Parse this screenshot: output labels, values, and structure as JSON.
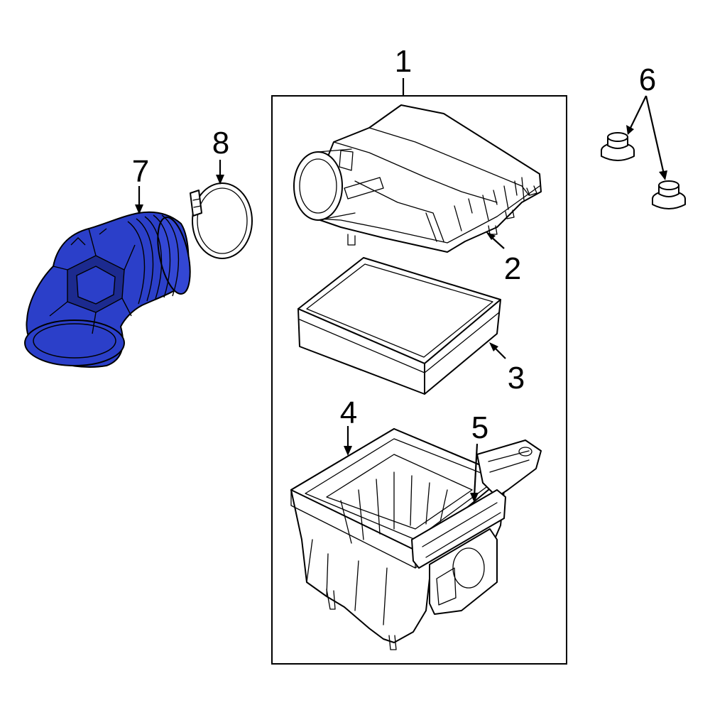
{
  "callouts": [
    {
      "id": "1",
      "label": "1"
    },
    {
      "id": "2",
      "label": "2"
    },
    {
      "id": "3",
      "label": "3"
    },
    {
      "id": "4",
      "label": "4"
    },
    {
      "id": "5",
      "label": "5"
    },
    {
      "id": "6",
      "label": "6"
    },
    {
      "id": "7",
      "label": "7"
    },
    {
      "id": "8",
      "label": "8"
    }
  ],
  "colors": {
    "highlight": "#2b3fc9",
    "highlight_dark": "#1c2a8f",
    "line": "#000000",
    "background": "#ffffff"
  }
}
